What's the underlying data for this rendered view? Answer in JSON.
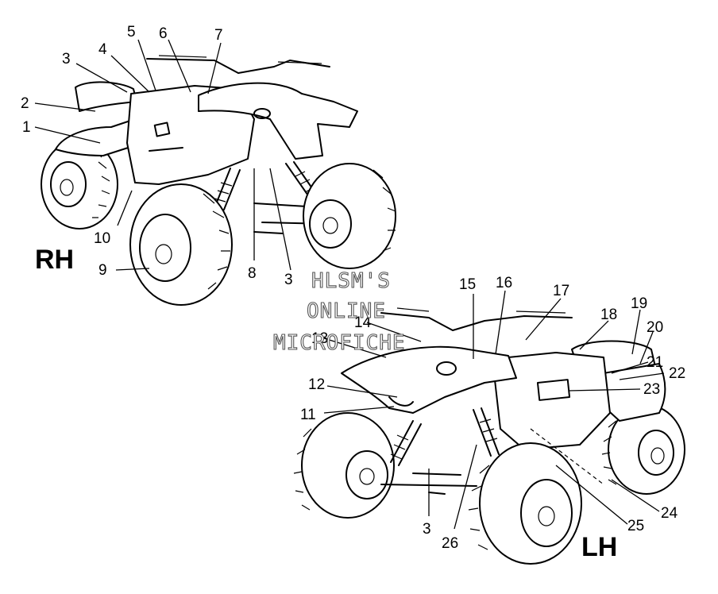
{
  "views": {
    "rh": {
      "label": "RH"
    },
    "lh": {
      "label": "LH"
    }
  },
  "callouts": {
    "rh": [
      "1",
      "2",
      "3",
      "4",
      "5",
      "6",
      "7",
      "8",
      "3",
      "9",
      "10"
    ],
    "lh": [
      "11",
      "12",
      "13",
      "14",
      "15",
      "16",
      "17",
      "18",
      "19",
      "20",
      "21",
      "22",
      "23",
      "24",
      "25",
      "26",
      "3"
    ]
  },
  "watermark": {
    "line1": "HLSM'S",
    "line2": "ONLINE",
    "line3": "MICROFICHE"
  }
}
